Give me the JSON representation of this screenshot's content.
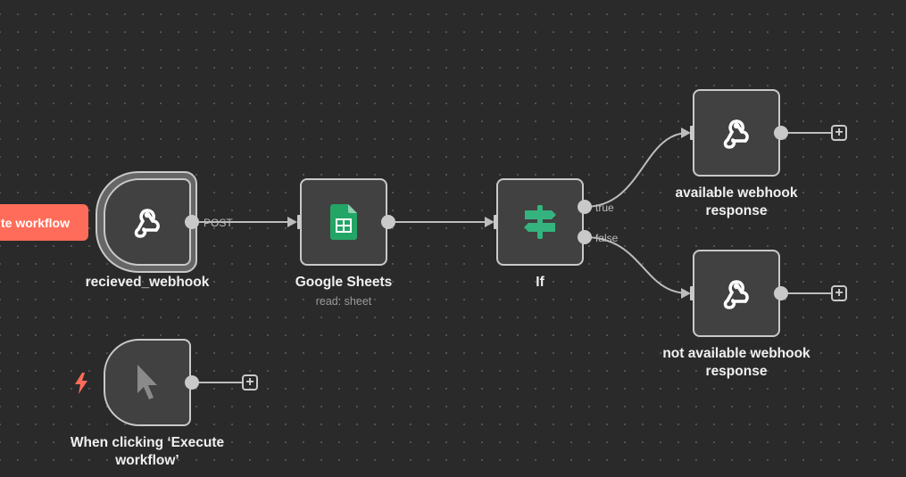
{
  "toolbar": {
    "execute_button_label": "te workflow"
  },
  "nodes": {
    "webhook_trigger": {
      "label": "recieved_webhook",
      "icon": "webhook-icon"
    },
    "google_sheets": {
      "label": "Google Sheets",
      "subtitle": "read: sheet",
      "icon": "google-sheets-icon"
    },
    "if_node": {
      "label": "If",
      "icon": "signpost-icon"
    },
    "available_response": {
      "label_line1": "available webhook",
      "label_line2": "response",
      "icon": "webhook-icon"
    },
    "not_available_response": {
      "label_line1": "not available webhook",
      "label_line2": "response",
      "icon": "webhook-icon"
    },
    "manual_trigger": {
      "label_line1": "When clicking ‘Execute",
      "label_line2": "workflow’",
      "icon": "cursor-icon"
    }
  },
  "edges": {
    "webhook_to_sheets_label": "POST",
    "if_true_label": "true",
    "if_false_label": "false"
  },
  "colors": {
    "canvas": "#2a2a2a",
    "node_fill": "#414141",
    "node_border": "#c9c9c9",
    "accent": "#ff6d5a",
    "sheets_green": "#23a566",
    "if_green": "#35b37e"
  }
}
